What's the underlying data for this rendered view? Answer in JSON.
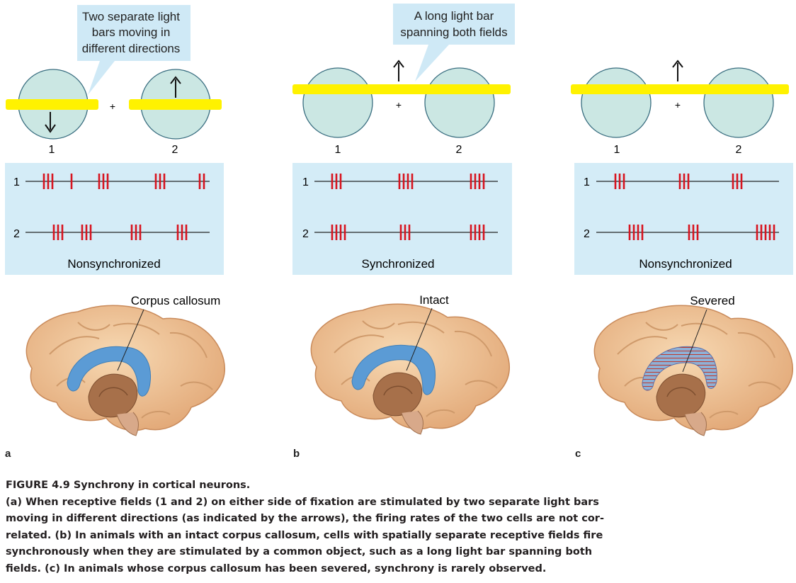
{
  "callouts": {
    "a": [
      "Two separate light",
      "bars moving in",
      "different directions"
    ],
    "b": [
      "A long light bar",
      "spanning both fields"
    ]
  },
  "field_labels": [
    "1",
    "2"
  ],
  "plus_sign": "+",
  "panels": [
    {
      "letter": "a",
      "status": "Nonsynchronized",
      "brain_label": "Corpus callosum",
      "arrows": [
        "down",
        "up"
      ],
      "bar": "separate",
      "callosum": "intact",
      "trains": [
        {
          "label": "1",
          "bursts": [
            [
              62,
              3
            ],
            [
              101,
              1
            ],
            [
              140,
              3
            ],
            [
              220,
              3
            ],
            [
              282,
              2
            ]
          ]
        },
        {
          "label": "2",
          "bursts": [
            [
              76,
              3
            ],
            [
              116,
              3
            ],
            [
              186,
              3
            ],
            [
              251,
              3
            ]
          ]
        }
      ]
    },
    {
      "letter": "b",
      "status": "Synchronized",
      "brain_label": "Intact",
      "arrows": [
        "up"
      ],
      "bar": "long",
      "callosum": "intact",
      "trains": [
        {
          "label": "1",
          "bursts": [
            [
              469,
              3
            ],
            [
              564,
              4
            ],
            [
              665,
              4
            ]
          ]
        },
        {
          "label": "2",
          "bursts": [
            [
              469,
              4
            ],
            [
              566,
              3
            ],
            [
              665,
              4
            ]
          ]
        }
      ]
    },
    {
      "letter": "c",
      "status": "Nonsynchronized",
      "brain_label": "Severed",
      "arrows": [
        "up"
      ],
      "bar": "long",
      "callosum": "severed",
      "trains": [
        {
          "label": "1",
          "bursts": [
            [
              869,
              3
            ],
            [
              960,
              3
            ],
            [
              1035,
              3
            ]
          ]
        },
        {
          "label": "2",
          "bursts": [
            [
              889,
              4
            ],
            [
              973,
              3
            ],
            [
              1069,
              5
            ]
          ]
        }
      ]
    }
  ],
  "colors": {
    "field_fill": "#cbe7e3",
    "light_bar": "#fff200",
    "box_fill": "#d4ecf7",
    "spike": "#d7141f",
    "callosum": "#5b9bd5",
    "brain": "#f2c99a"
  },
  "caption": {
    "title": "FIGURE 4.9 Synchrony in cortical neurons.",
    "lines": [
      "(a) When receptive fields (1 and 2) on either side of fixation are stimulated by two separate light bars",
      "moving in different directions (as indicated by the arrows), the firing rates of the two cells are not cor-",
      "related. (b) In animals with an intact corpus callosum, cells with spatially separate receptive fields fire",
      "synchronously when they are stimulated by a common object, such as a long light bar spanning both",
      "fields. (c) In animals whose corpus callosum has been severed, synchrony is rarely observed."
    ]
  }
}
